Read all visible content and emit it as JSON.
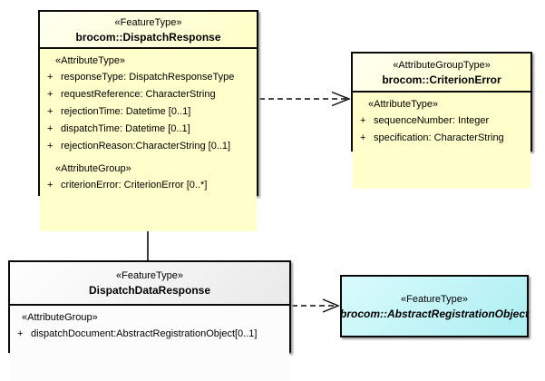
{
  "colors": {
    "class_fill_yellow": "#FFFFCC",
    "class_fill_cyan": "#AEEFF2",
    "class_fill_white": "#FCFCFC",
    "generalization_triangle_fill": "#F0DCB4",
    "border": "#0A0A0A"
  },
  "classes": {
    "dispatch_response": {
      "stereotype": "«FeatureType»",
      "name": "brocom::DispatchResponse",
      "attribute_type_header": "«AttributeType»",
      "attributes": [
        {
          "visibility": "+",
          "text": "responseType: DispatchResponseType"
        },
        {
          "visibility": "+",
          "text": "requestReference: CharacterString"
        },
        {
          "visibility": "+",
          "text": "rejectionTime: Datetime [0..1]"
        },
        {
          "visibility": "+",
          "text": "dispatchTime: Datetime [0..1]"
        },
        {
          "visibility": "+",
          "text": "rejectionReason:CharacterString [0..1]"
        }
      ],
      "attribute_group_header": "«AttributeGroup»",
      "group_attributes": [
        {
          "visibility": "+",
          "text": "criterionError: CriterionError [0..*]"
        }
      ]
    },
    "criterion_error": {
      "stereotype": "«AttributeGroupType»",
      "name": "brocom::CriterionError",
      "attribute_type_header": "«AttributeType»",
      "attributes": [
        {
          "visibility": "+",
          "text": "sequenceNumber: Integer"
        },
        {
          "visibility": "+",
          "text": "specification: CharacterString"
        }
      ]
    },
    "dispatch_data_response": {
      "stereotype": "«FeatureType»",
      "name": "DispatchDataResponse",
      "attribute_group_header": "«AttributeGroup»",
      "group_attributes": [
        {
          "visibility": "+",
          "text": "dispatchDocument:AbstractRegistrationObject[0..1]"
        }
      ]
    },
    "abstract_registration_object": {
      "stereotype": "«FeatureType»",
      "name": "brocom::AbstractRegistrationObject"
    }
  },
  "relationships": [
    {
      "type": "dependency",
      "from": "brocom::DispatchResponse",
      "to": "brocom::CriterionError",
      "line": "dashed",
      "arrow": "open"
    },
    {
      "type": "generalization",
      "from": "DispatchDataResponse",
      "to": "brocom::DispatchResponse",
      "line": "solid",
      "arrow": "hollow-triangle"
    },
    {
      "type": "dependency",
      "from": "DispatchDataResponse",
      "to": "brocom::AbstractRegistrationObject",
      "line": "dashed",
      "arrow": "open"
    }
  ]
}
